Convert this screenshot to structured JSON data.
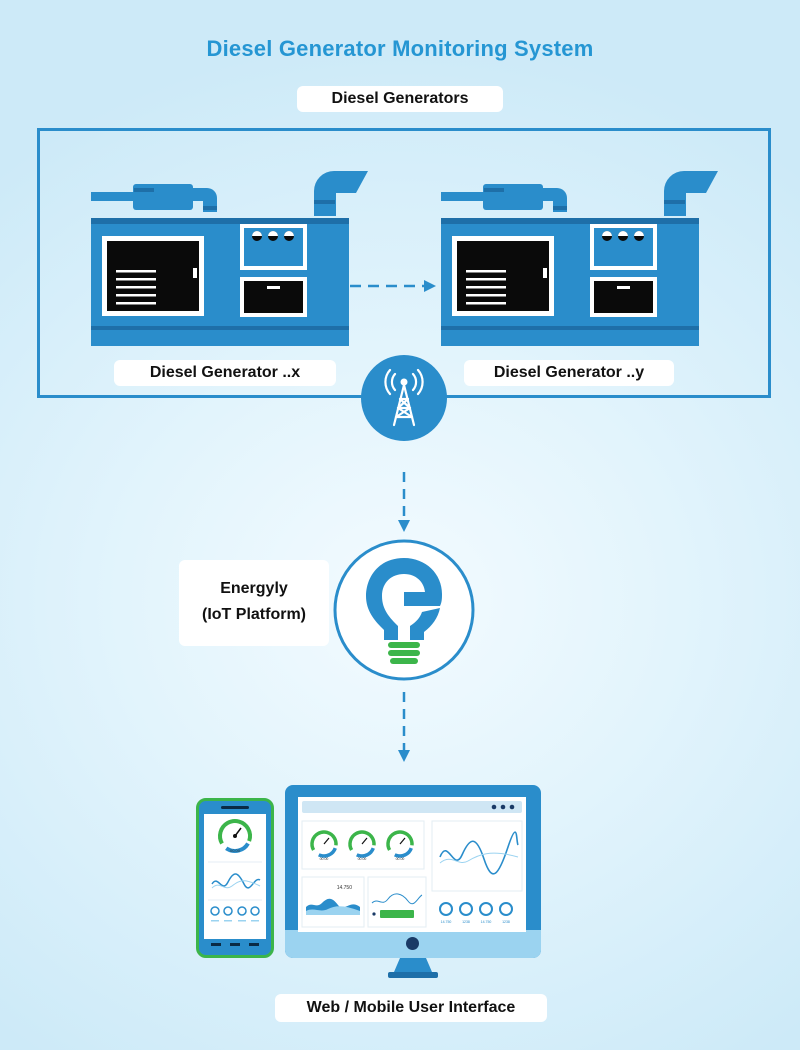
{
  "title": "Diesel Generator Monitoring System",
  "generators_heading": "Diesel Generators",
  "generators": [
    {
      "label": "Diesel Generator ..x"
    },
    {
      "label": "Diesel Generator ..y"
    }
  ],
  "platform": {
    "name": "Energyly",
    "subtitle": "(IoT Platform)"
  },
  "ui_label": "Web / Mobile User Interface",
  "screens": {
    "gauge_value": "00.00",
    "widget_value": "14.750",
    "small_values": [
      "14.750",
      "1238",
      "14.750",
      "1238"
    ]
  },
  "colors": {
    "primary": "#2a8dcb",
    "title": "#2596d3",
    "green": "#3cb54a",
    "dark": "#111111"
  }
}
